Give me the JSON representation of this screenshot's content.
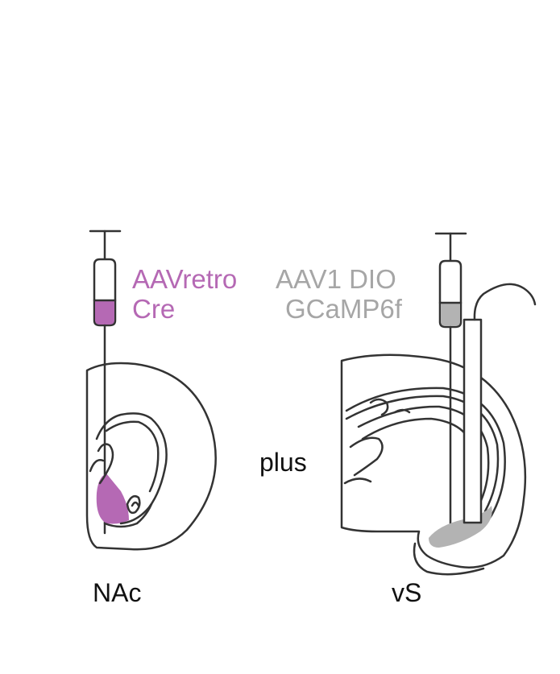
{
  "left_panel": {
    "virus_line1": "AAVretro",
    "virus_line2": "Cre",
    "region": "NAc"
  },
  "center": {
    "connector": "plus"
  },
  "right_panel": {
    "virus_line1": "AAV1 DIO",
    "virus_line2": "GCaMP6f",
    "region": "vS"
  },
  "colors": {
    "cre": "#b569b4",
    "gcamp": "#a6a6a6",
    "gcamp_fill": "#b3b3b3",
    "outline": "#333333"
  }
}
